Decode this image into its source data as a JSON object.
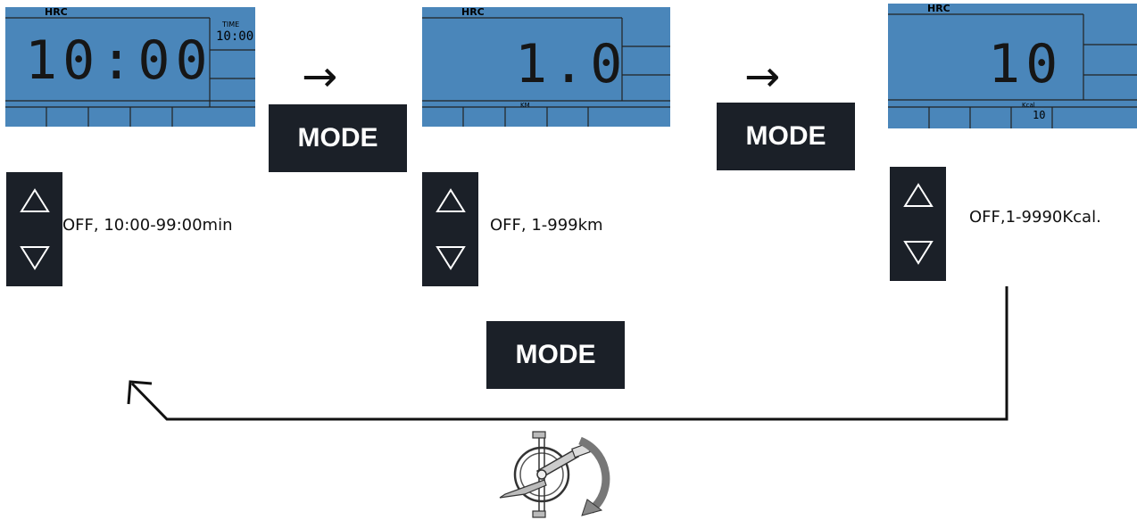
{
  "panels": [
    {
      "hrc": "HRC",
      "main": "10:00",
      "side_label": "TIME",
      "side_value": "10:00",
      "bottom_label": "",
      "bottom_value": ""
    },
    {
      "hrc": "HRC",
      "main": "1.0",
      "side_label": "",
      "side_value": "",
      "bottom_label": "KM",
      "bottom_value": ""
    },
    {
      "hrc": "HRC",
      "main": "10",
      "side_label": "",
      "side_value": "",
      "bottom_label": "Kcal",
      "bottom_value": "10"
    }
  ],
  "arrows": [
    "→",
    "→"
  ],
  "mode_buttons": [
    "MODE",
    "MODE",
    "MODE"
  ],
  "ranges": [
    "OFF, 10:00-99:00min",
    "OFF, 1-999km",
    "OFF,1-9990Kcal."
  ],
  "colors": {
    "lcd": "#4a86ba",
    "button": "#1b2028"
  },
  "icons": [
    "up-triangle-icon",
    "down-triangle-icon",
    "pedal-crank-icon",
    "return-arrow-icon"
  ]
}
